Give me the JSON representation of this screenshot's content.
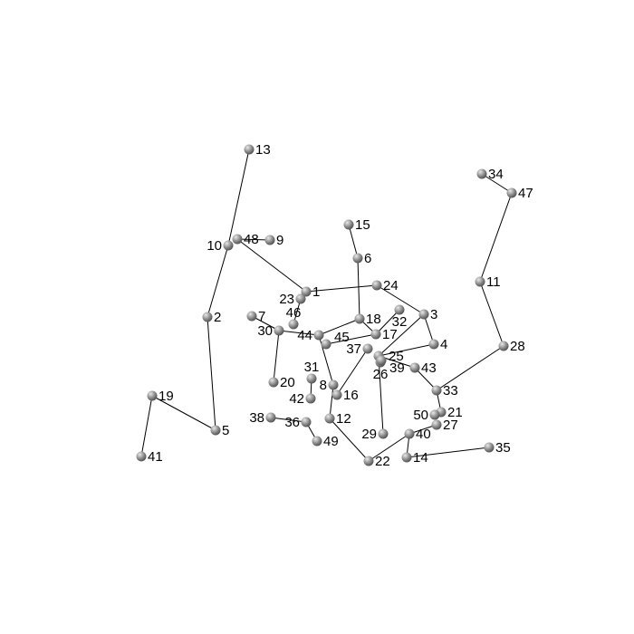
{
  "graph": {
    "node_color": "#8c8c8c",
    "edge_color": "#000000",
    "nodes": [
      "1",
      "2",
      "3",
      "4",
      "5",
      "6",
      "7",
      "8",
      "9",
      "10",
      "11",
      "12",
      "13",
      "14",
      "15",
      "16",
      "17",
      "18",
      "19",
      "20",
      "21",
      "22",
      "23",
      "24",
      "25",
      "26",
      "27",
      "28",
      "29",
      "30",
      "31",
      "32",
      "33",
      "34",
      "35",
      "36",
      "37",
      "38",
      "39",
      "40",
      "41",
      "42",
      "43",
      "44",
      "45",
      "46",
      "47",
      "48",
      "49",
      "50"
    ],
    "edges": [
      [
        "13",
        "10"
      ],
      [
        "10",
        "2"
      ],
      [
        "2",
        "5"
      ],
      [
        "5",
        "19"
      ],
      [
        "19",
        "41"
      ],
      [
        "48",
        "9"
      ],
      [
        "48",
        "1"
      ],
      [
        "1",
        "24"
      ],
      [
        "23",
        "46"
      ],
      [
        "24",
        "3"
      ],
      [
        "3",
        "4"
      ],
      [
        "3",
        "25"
      ],
      [
        "15",
        "6"
      ],
      [
        "6",
        "18"
      ],
      [
        "18",
        "17"
      ],
      [
        "18",
        "44"
      ],
      [
        "7",
        "30"
      ],
      [
        "30",
        "44"
      ],
      [
        "30",
        "20"
      ],
      [
        "44",
        "8"
      ],
      [
        "17",
        "45"
      ],
      [
        "17",
        "32"
      ],
      [
        "25",
        "4"
      ],
      [
        "25",
        "29"
      ],
      [
        "25",
        "43"
      ],
      [
        "43",
        "33"
      ],
      [
        "33",
        "28"
      ],
      [
        "28",
        "11"
      ],
      [
        "11",
        "47"
      ],
      [
        "47",
        "34"
      ],
      [
        "33",
        "21"
      ],
      [
        "27",
        "40"
      ],
      [
        "40",
        "14"
      ],
      [
        "14",
        "35"
      ],
      [
        "22",
        "40"
      ],
      [
        "12",
        "22"
      ],
      [
        "12",
        "8"
      ],
      [
        "42",
        "31"
      ],
      [
        "36",
        "38"
      ],
      [
        "36",
        "49"
      ],
      [
        "37",
        "16"
      ]
    ]
  }
}
